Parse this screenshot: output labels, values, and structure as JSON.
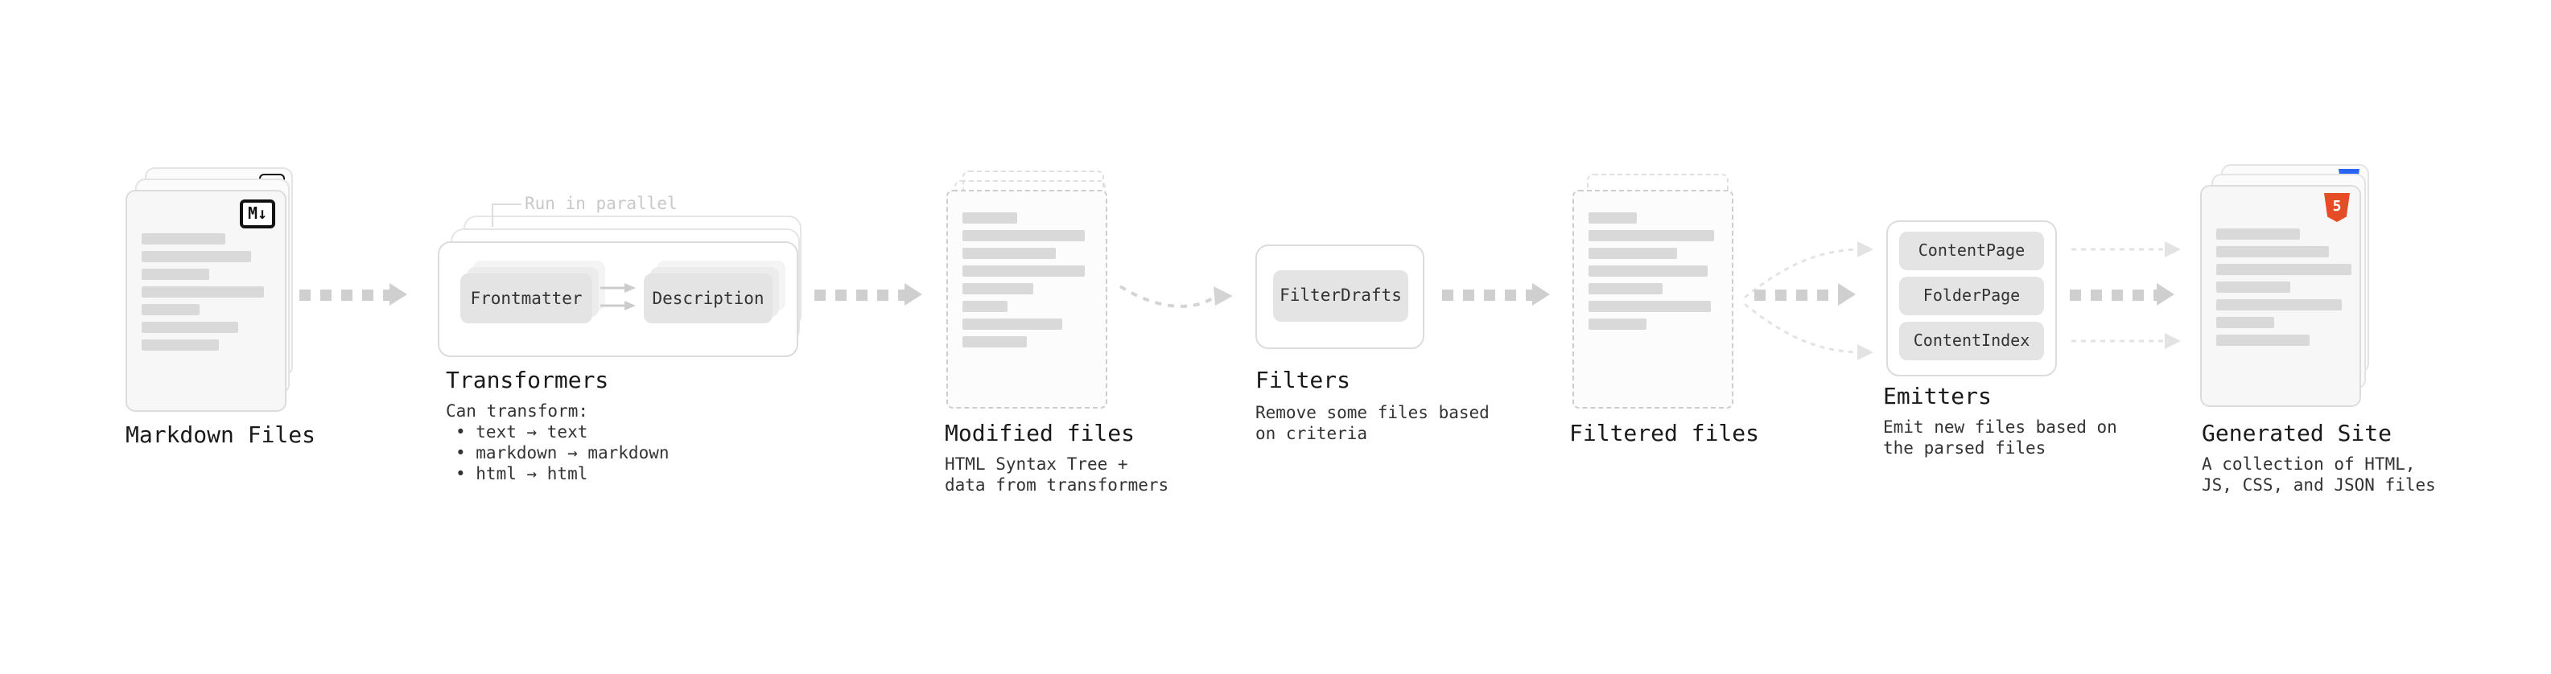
{
  "stages": {
    "markdown_files": {
      "label": "Markdown Files",
      "badge": "M↓"
    },
    "transformers": {
      "annotation": "Run in parallel",
      "nodes": [
        "Frontmatter",
        "Description"
      ],
      "label": "Transformers",
      "desc_title": "Can transform:",
      "bullets": [
        "• text → text",
        "• markdown → markdown",
        "• html → html"
      ]
    },
    "modified_files": {
      "label": "Modified files",
      "desc": [
        "HTML Syntax Tree +",
        "data from transformers"
      ]
    },
    "filters": {
      "nodes": [
        "FilterDrafts"
      ],
      "label": "Filters",
      "desc": [
        "Remove some files based",
        "on criteria"
      ]
    },
    "filtered_files": {
      "label": "Filtered files"
    },
    "emitters": {
      "nodes": [
        "ContentPage",
        "FolderPage",
        "ContentIndex"
      ],
      "label": "Emitters",
      "desc": [
        "Emit new files based on",
        "the parsed files"
      ]
    },
    "generated_site": {
      "label": "Generated Site",
      "desc": [
        "A collection of HTML,",
        "JS, CSS, and JSON files"
      ],
      "badge": "5"
    }
  },
  "colors": {
    "arrow": "#cfcfcf",
    "html5_orange": "#e44d26",
    "css_blue": "#2965f1",
    "card_bg": "#f7f7f7",
    "node_bg": "#e4e4e4"
  }
}
